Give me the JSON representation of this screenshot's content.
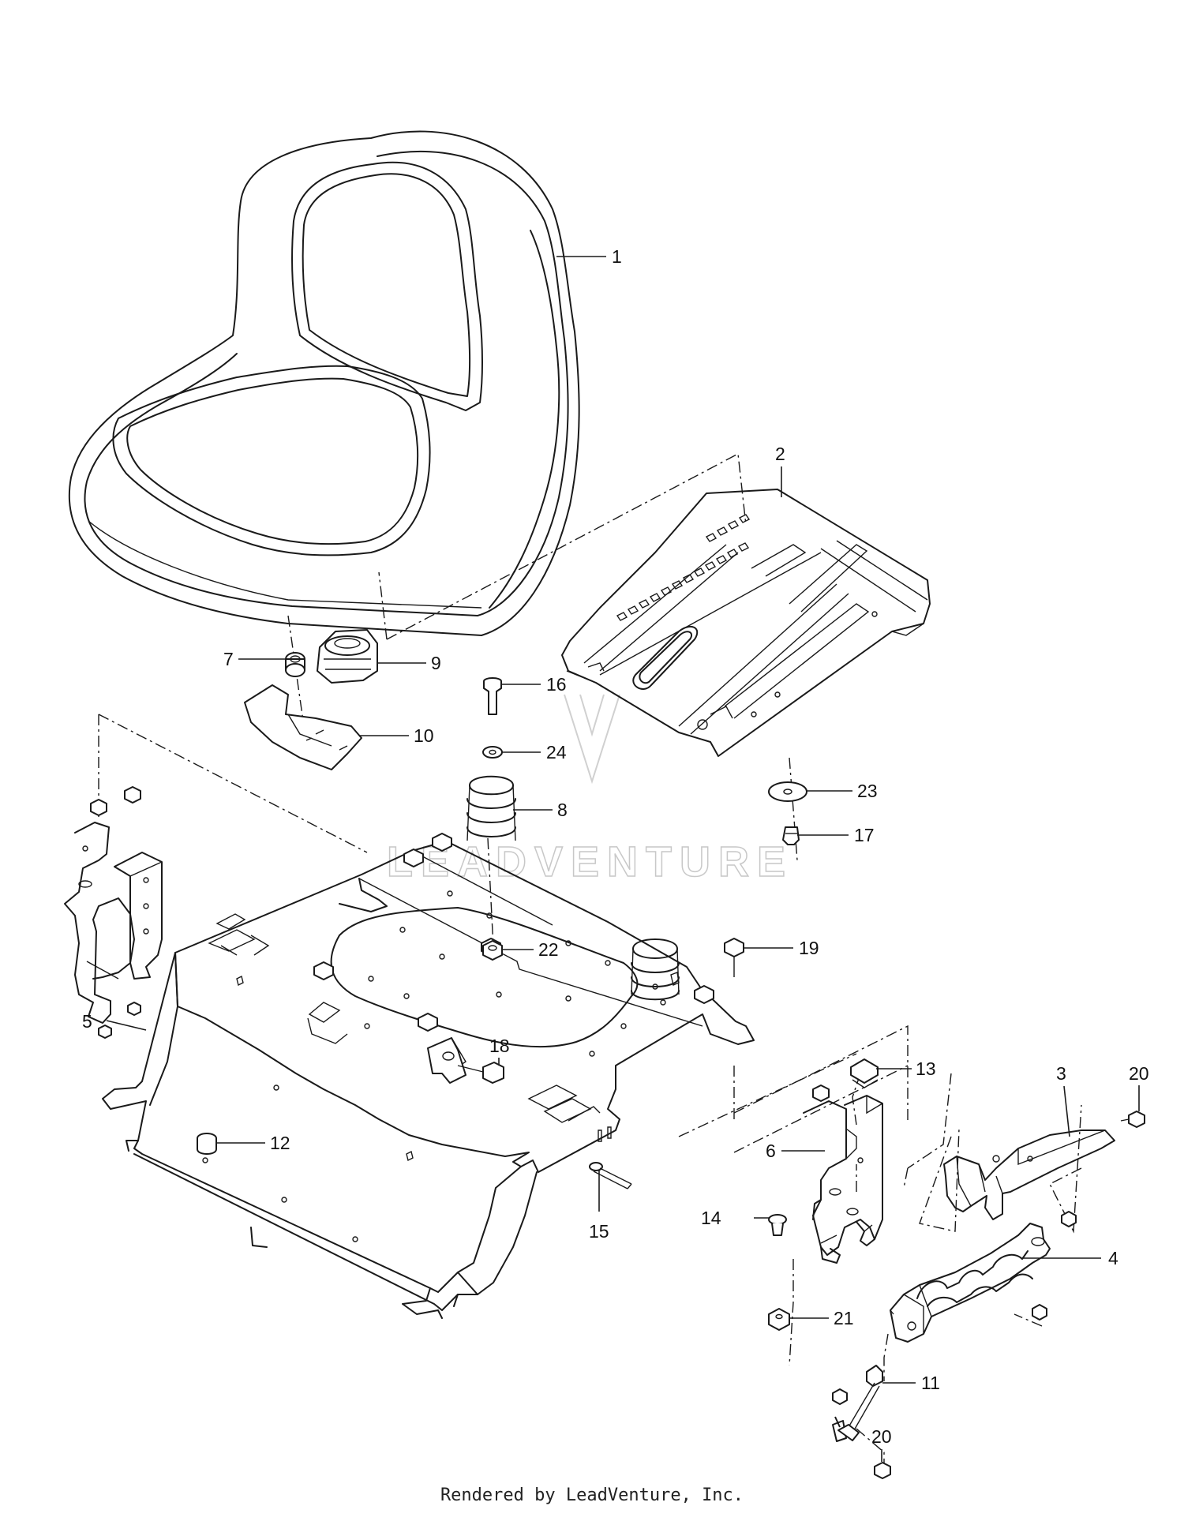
{
  "watermark": "LEADVENTURE",
  "footer": "Rendered by LeadVenture, Inc.",
  "callouts": [
    {
      "id": "c1",
      "label": "1"
    },
    {
      "id": "c2",
      "label": "2"
    },
    {
      "id": "c3",
      "label": "3"
    },
    {
      "id": "c4",
      "label": "4"
    },
    {
      "id": "c5",
      "label": "5"
    },
    {
      "id": "c6",
      "label": "6"
    },
    {
      "id": "c7",
      "label": "7"
    },
    {
      "id": "c8",
      "label": "8"
    },
    {
      "id": "c9",
      "label": "9"
    },
    {
      "id": "c10",
      "label": "10"
    },
    {
      "id": "c11",
      "label": "11"
    },
    {
      "id": "c12",
      "label": "12"
    },
    {
      "id": "c13",
      "label": "13"
    },
    {
      "id": "c14",
      "label": "14"
    },
    {
      "id": "c15",
      "label": "15"
    },
    {
      "id": "c16",
      "label": "16"
    },
    {
      "id": "c17",
      "label": "17"
    },
    {
      "id": "c18",
      "label": "18"
    },
    {
      "id": "c19",
      "label": "19"
    },
    {
      "id": "c20a",
      "label": "20"
    },
    {
      "id": "c20b",
      "label": "20"
    },
    {
      "id": "c21",
      "label": "21"
    },
    {
      "id": "c22",
      "label": "22"
    },
    {
      "id": "c23",
      "label": "23"
    },
    {
      "id": "c24",
      "label": "24"
    }
  ]
}
